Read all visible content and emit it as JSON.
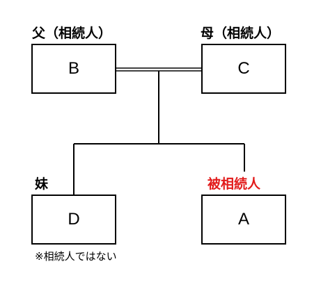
{
  "colors": {
    "line": "#000000",
    "heir_highlight": "#e21b1b"
  },
  "persons": {
    "father": {
      "label": "父（相続人）",
      "box": "B"
    },
    "mother": {
      "label": "母（相続人）",
      "box": "C"
    },
    "sister": {
      "label": "妹",
      "box": "D",
      "note": "※相続人ではない"
    },
    "decedent": {
      "label": "被相続人",
      "box": "A"
    }
  }
}
